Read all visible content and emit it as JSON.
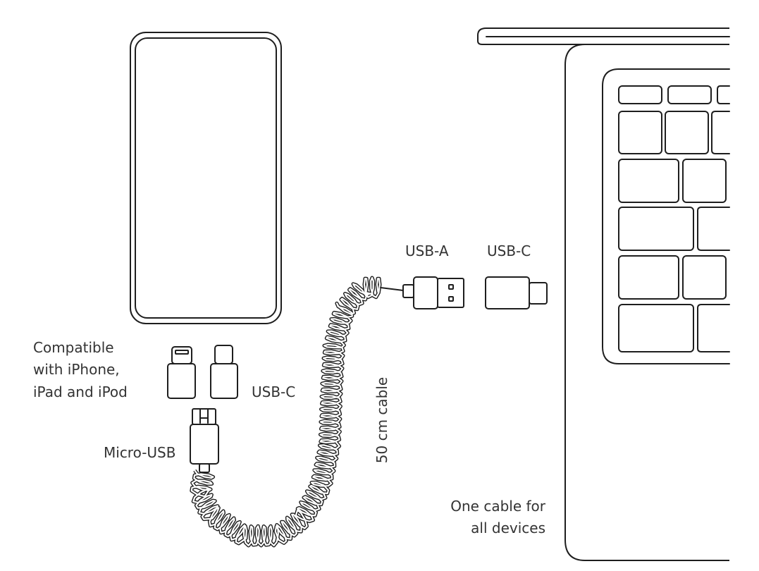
{
  "labels": {
    "usb_a": "USB-A",
    "usb_c_top": "USB-C",
    "usb_c_adapter": "USB-C",
    "compatible_line1": "Compatible",
    "compatible_line2": "with iPhone,",
    "compatible_line3": "iPad and iPod",
    "micro_usb": "Micro-USB",
    "cable_length": "50 cm cable",
    "tagline_line1": "One cable for",
    "tagline_line2": "all devices"
  },
  "colors": {
    "line": "#1e1e1e",
    "text": "#333333",
    "background": "#ffffff"
  }
}
